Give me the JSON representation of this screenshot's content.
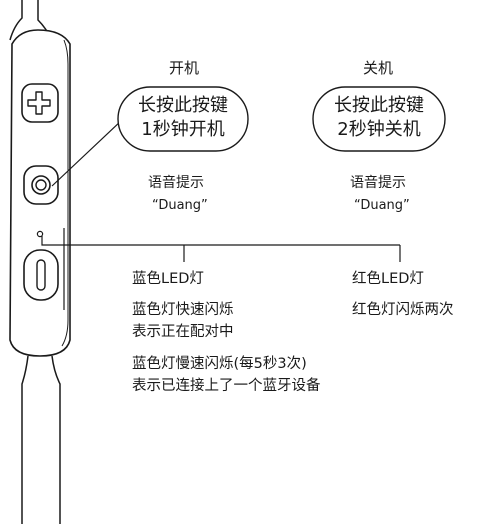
{
  "power_on": {
    "heading": "开机",
    "bubble_line1": "长按此按键",
    "bubble_line2": "1秒钟开机",
    "prompt_label": "语音提示",
    "prompt_sound": "“Duang”"
  },
  "power_off": {
    "heading": "关机",
    "bubble_line1": "长按此按键",
    "bubble_line2": "2秒钟关机",
    "prompt_label": "语音提示",
    "prompt_sound": "“Duang”"
  },
  "blue_led": {
    "title": "蓝色LED灯",
    "pairing_line1": "蓝色灯快速闪烁",
    "pairing_line2": "表示正在配对中",
    "connected_line1": "蓝色灯慢速闪烁(每5秒3次)",
    "connected_line2": "表示已连接上了一个蓝牙设备"
  },
  "red_led": {
    "title": "红色LED灯",
    "line1": "红色灯闪烁两次"
  },
  "colors": {
    "stroke": "#1a1a1a",
    "background": "#ffffff"
  }
}
